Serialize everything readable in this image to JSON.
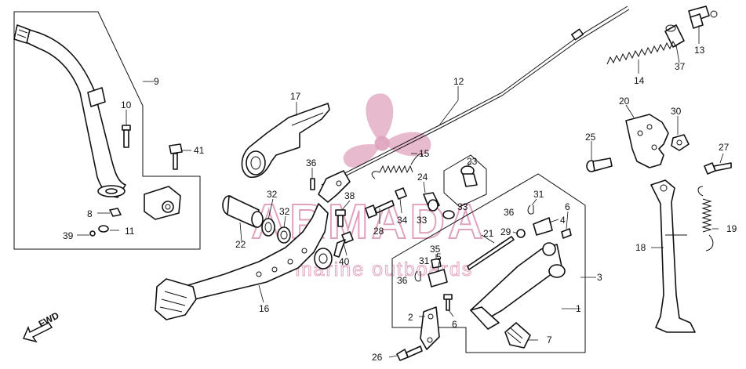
{
  "watermark": {
    "brand": "ARMADA",
    "tagline": "marine outboards",
    "color": "#e0a3bd"
  },
  "fwd_label": "FWD",
  "callouts": [
    "9",
    "10",
    "41",
    "8",
    "11",
    "39",
    "17",
    "36",
    "12",
    "15",
    "23",
    "24",
    "32",
    "32",
    "22",
    "38",
    "28",
    "34",
    "33",
    "33",
    "40",
    "16",
    "31",
    "36",
    "4",
    "6",
    "29",
    "21",
    "35",
    "5",
    "31",
    "36",
    "3",
    "1",
    "2",
    "6",
    "7",
    "26",
    "13",
    "37",
    "14",
    "20",
    "30",
    "25",
    "27",
    "18",
    "19"
  ]
}
